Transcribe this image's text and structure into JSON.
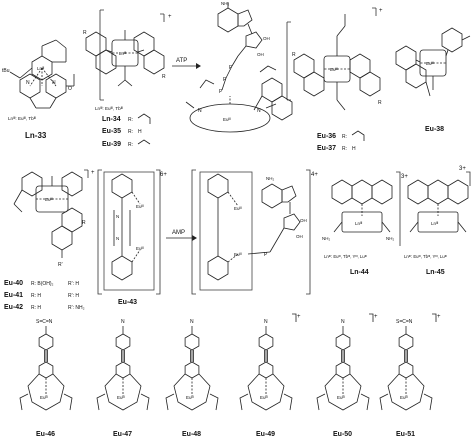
{
  "compounds": {
    "ln33": {
      "id": "Ln-33",
      "metals": "Lnᴵᴵᴵ: Euᴵᴵᴵ, Tbᴵᴵᴵ",
      "charge": "",
      "tbu": "tBu"
    },
    "ln34": {
      "id": "Ln-34",
      "metals": "Lnᴵᴵᴵ: Euᴵᴵᴵ, Tbᴵᴵᴵ",
      "r_label": "R:",
      "charge": "+"
    },
    "eu35": {
      "id": "Eu-35",
      "r_label": "R:",
      "r_value": "H"
    },
    "eu39": {
      "id": "Eu-39",
      "r_label": "R:"
    },
    "eu36": {
      "id": "Eu-36",
      "r_label": "R:",
      "charge": "+"
    },
    "eu37": {
      "id": "Eu-37",
      "r_label": "R:",
      "r_value": "H"
    },
    "eu38": {
      "id": "Eu-38"
    },
    "eu40": {
      "id": "Eu-40",
      "r_text": "R: B(OH)₂",
      "r2_text": "R': H",
      "charge": "+"
    },
    "eu41": {
      "id": "Eu-41",
      "r_text": "R: H",
      "r2_text": "R': H"
    },
    "eu42": {
      "id": "Eu-42",
      "r_text": "R: H",
      "r2_text": "R': NH₂"
    },
    "eu43": {
      "id": "Eu-43",
      "charge": "6+"
    },
    "eu43amp": {
      "charge": "4+"
    },
    "ln44": {
      "id": "Ln-44",
      "metals": "Lnᴵᴵᴵ: Euᴵᴵᴵ, Tbᴵᴵᴵ, Yᴵᴵᴵ, Luᴵᴵᴵ",
      "charge": "3+"
    },
    "ln45": {
      "id": "Ln-45",
      "metals": "Lnᴵᴵᴵ: Euᴵᴵᴵ, Tbᴵᴵᴵ, Yᴵᴵᴵ, Luᴵᴵᴵ",
      "charge": "3+"
    },
    "eu46": {
      "id": "Eu-46",
      "top_group": "S=C=N"
    },
    "eu47": {
      "id": "Eu-47",
      "top_group": "N"
    },
    "eu48": {
      "id": "Eu-48",
      "top_group": "N"
    },
    "eu49": {
      "id": "Eu-49",
      "top_group": "N",
      "charge": "+"
    },
    "eu50": {
      "id": "Eu-50",
      "top_group": "N",
      "charge": "+"
    },
    "eu51": {
      "id": "Eu-51",
      "top_group": "S=C=N",
      "charge": "+"
    }
  },
  "arrows": {
    "atp": "ATP",
    "amp": "AMP"
  },
  "atoms": {
    "eu3": "Euᴵᴵᴵ",
    "ln3": "Lnᴵᴵᴵ",
    "nh2": "NH₂",
    "n": "N",
    "o": "O",
    "p": "P",
    "oh": "OH",
    "h2n": "H₂N",
    "r": "R",
    "r_prime": "R'"
  }
}
